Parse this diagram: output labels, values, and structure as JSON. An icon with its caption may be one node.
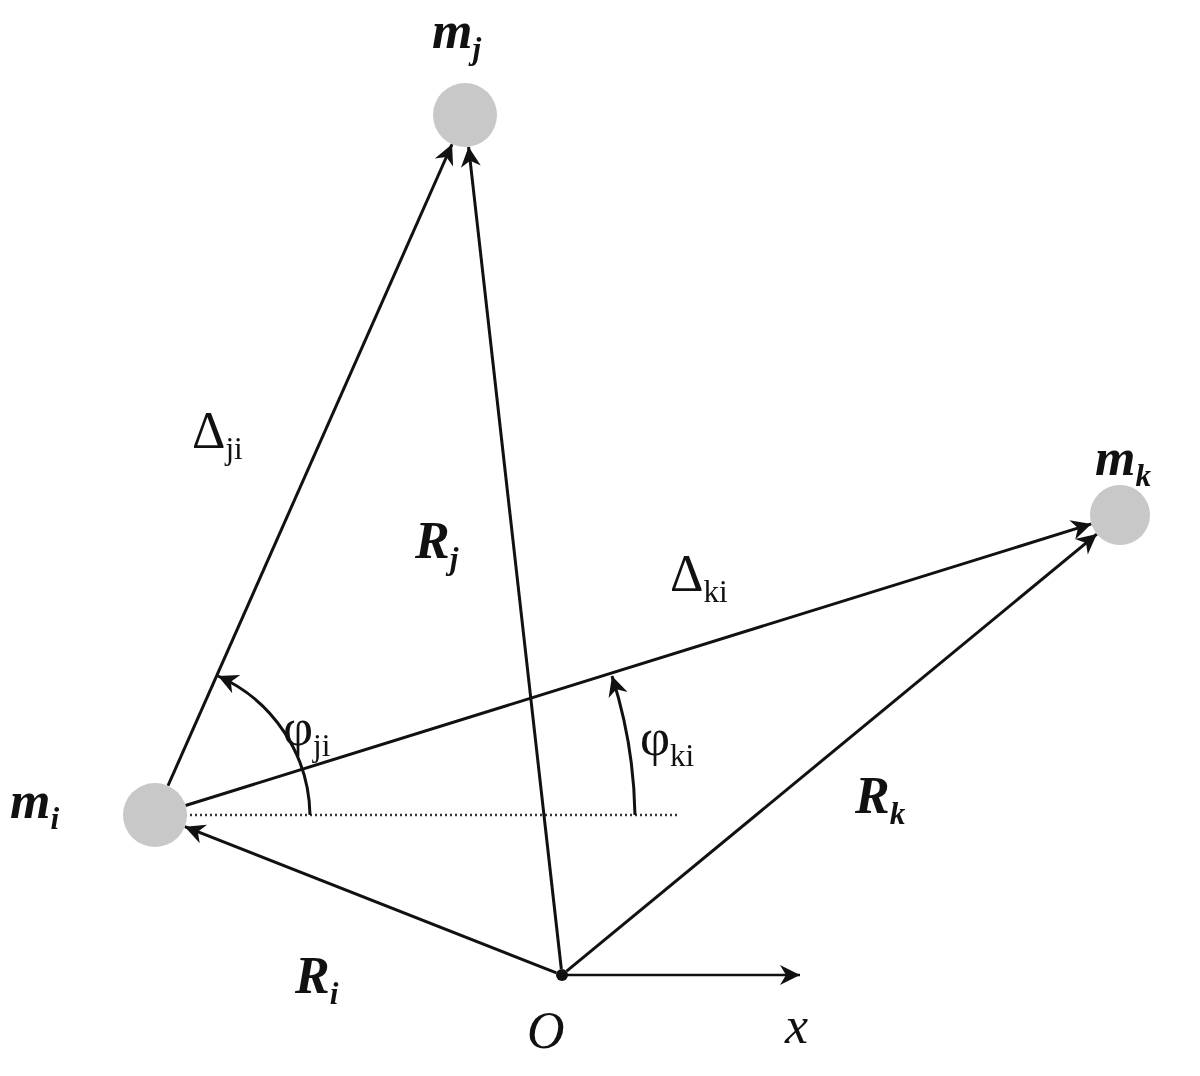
{
  "diagram": {
    "nodes": [
      {
        "text": [
          "m$_{j}$"
        ]
      },
      {
        "text": [
          "m$_{k}$"
        ]
      },
      {
        "text": [
          "m$_{i}$"
        ]
      },
      {
        "text": [
          "O"
        ]
      }
    ],
    "edges": [
      {
        "from": 2,
        "to": 0,
        "arrow": "to",
        "label": "Δ$_{ji}$"
      },
      {
        "from": 2,
        "to": 1,
        "arrow": "to",
        "label": "Δ$_{ki}$"
      },
      {
        "from": 3,
        "to": 0,
        "arrow": "to",
        "label": "R$_{j}$"
      },
      {
        "from": 3,
        "to": 1,
        "arrow": "to",
        "label": "R$_{k}$"
      },
      {
        "from": 3,
        "to": 2,
        "arrow": "to",
        "label": "R$_{i}$"
      }
    ],
    "labels": [
      "φ$_{ji}$",
      "φ$_{ki}$",
      "x"
    ]
  }
}
